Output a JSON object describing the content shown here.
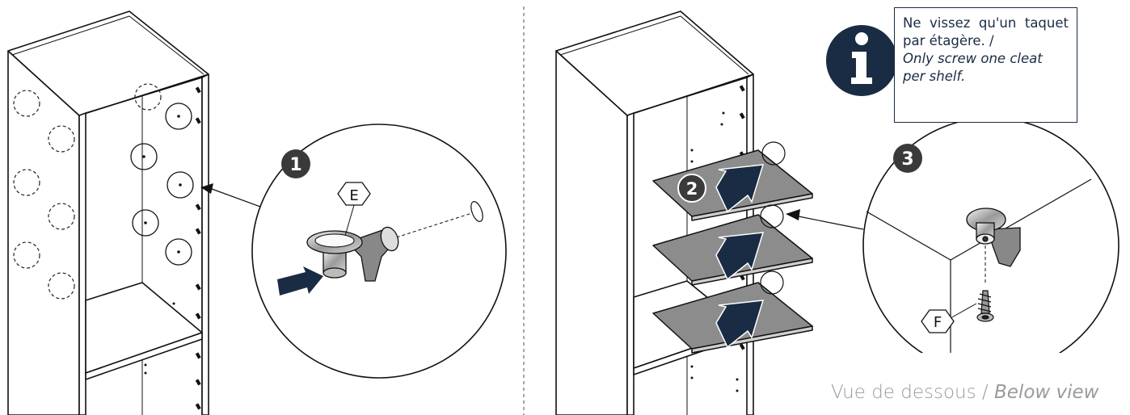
{
  "steps": {
    "step1": "1",
    "step2": "2",
    "step3": "3"
  },
  "parts": {
    "cleat": "E",
    "screw": "F"
  },
  "info": {
    "icon": "info-icon",
    "text_fr": "Ne vissez qu'un taquet par étagère. /",
    "text_en": "Only screw one cleat per shelf."
  },
  "caption": {
    "fr": "Vue de dessous / ",
    "en": "Below view"
  },
  "colors": {
    "navy": "#1a2b44",
    "shelf_gray": "#8c8c8c",
    "step_badge": "#3a3a3a"
  }
}
